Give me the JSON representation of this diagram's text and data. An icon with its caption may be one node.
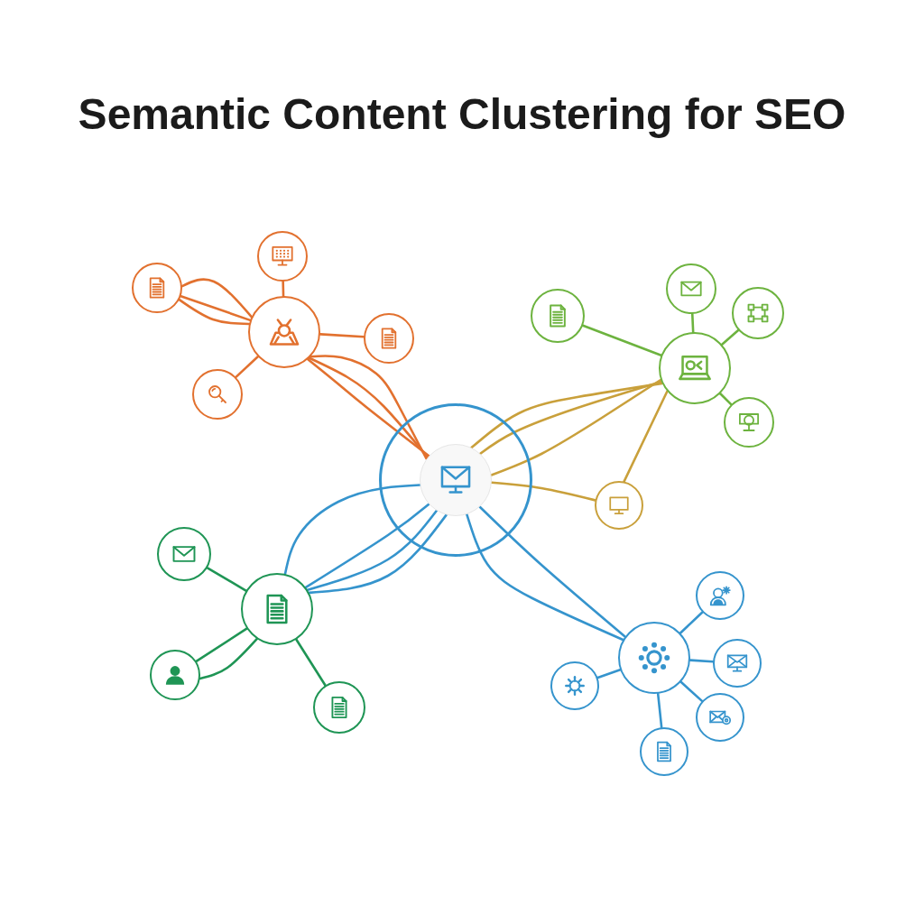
{
  "diagram": {
    "title": "Semantic Content Clustering for SEO",
    "nodes": [
      {
        "text": [],
        "shape": "circle"
      },
      {
        "text": [],
        "shape": "circle"
      },
      {
        "text": [],
        "shape": "circle"
      },
      {
        "text": [],
        "shape": "circle"
      },
      {
        "text": [],
        "shape": "circle"
      },
      {
        "text": [],
        "shape": "circle"
      },
      {
        "text": [],
        "shape": "circle"
      },
      {
        "text": [],
        "shape": "circle"
      },
      {
        "text": [],
        "shape": "circle"
      },
      {
        "text": [],
        "shape": "circle"
      },
      {
        "text": [],
        "shape": "circle"
      },
      {
        "text": [],
        "shape": "circle",
        "in": 10
      },
      {
        "text": [],
        "shape": "circle"
      },
      {
        "text": [],
        "shape": "circle"
      },
      {
        "text": [],
        "shape": "circle"
      },
      {
        "text": [],
        "shape": "circle"
      },
      {
        "text": [],
        "shape": "circle"
      },
      {
        "text": [],
        "shape": "circle"
      },
      {
        "text": [],
        "shape": "circle"
      },
      {
        "text": [],
        "shape": "circle"
      },
      {
        "text": [],
        "shape": "circle"
      },
      {
        "text": [],
        "shape": "circle"
      },
      {
        "text": [],
        "shape": "circle"
      }
    ],
    "edges": [
      {
        "from": 2,
        "to": 0,
        "arrow": "none",
        "color": "#e2712f"
      },
      {
        "from": 2,
        "to": 1,
        "arrow": "none",
        "color": "#e2712f"
      },
      {
        "from": 2,
        "to": 1,
        "arrow": "none",
        "color": "#e2712f"
      },
      {
        "from": 2,
        "to": 1,
        "arrow": "none",
        "color": "#e2712f"
      },
      {
        "from": 2,
        "to": 3,
        "arrow": "none",
        "color": "#e2712f"
      },
      {
        "from": 2,
        "to": 4,
        "arrow": "none",
        "color": "#e2712f"
      },
      {
        "from": 2,
        "to": 11,
        "arrow": "none",
        "color": "#e2712f"
      },
      {
        "from": 2,
        "to": 11,
        "arrow": "none",
        "color": "#e2712f"
      },
      {
        "from": 2,
        "to": 11,
        "arrow": "none",
        "color": "#e2712f"
      },
      {
        "from": 8,
        "to": 5,
        "arrow": "none",
        "color": "#6db33f"
      },
      {
        "from": 8,
        "to": 6,
        "arrow": "none",
        "color": "#6db33f"
      },
      {
        "from": 8,
        "to": 7,
        "arrow": "none",
        "color": "#6db33f"
      },
      {
        "from": 8,
        "to": 9,
        "arrow": "none",
        "color": "#6db33f"
      },
      {
        "from": 8,
        "to": 11,
        "arrow": "none",
        "color": "#c9a03b"
      },
      {
        "from": 8,
        "to": 11,
        "arrow": "none",
        "color": "#c9a03b"
      },
      {
        "from": 8,
        "to": 11,
        "arrow": "none",
        "color": "#c9a03b"
      },
      {
        "from": 8,
        "to": 12,
        "arrow": "none",
        "color": "#c9a03b"
      },
      {
        "from": 11,
        "to": 12,
        "arrow": "none",
        "color": "#c9a03b"
      },
      {
        "from": 14,
        "to": 13,
        "arrow": "none",
        "color": "#1f9555"
      },
      {
        "from": 14,
        "to": 15,
        "arrow": "none",
        "color": "#1f9555"
      },
      {
        "from": 14,
        "to": 15,
        "arrow": "none",
        "color": "#1f9555"
      },
      {
        "from": 14,
        "to": 16,
        "arrow": "none",
        "color": "#1f9555"
      },
      {
        "from": 14,
        "to": 11,
        "arrow": "none"
      },
      {
        "from": 14,
        "to": 11,
        "arrow": "none"
      },
      {
        "from": 14,
        "to": 11,
        "arrow": "none"
      },
      {
        "from": 14,
        "to": 11,
        "arrow": "none"
      },
      {
        "from": 11,
        "to": 18,
        "arrow": "none"
      },
      {
        "from": 11,
        "to": 18,
        "arrow": "none"
      },
      {
        "from": 18,
        "to": 17,
        "arrow": "none"
      },
      {
        "from": 18,
        "to": 19,
        "arrow": "none"
      },
      {
        "from": 18,
        "to": 20,
        "arrow": "none"
      },
      {
        "from": 18,
        "to": 21,
        "arrow": "none"
      },
      {
        "from": 18,
        "to": 22,
        "arrow": "none"
      }
    ]
  }
}
